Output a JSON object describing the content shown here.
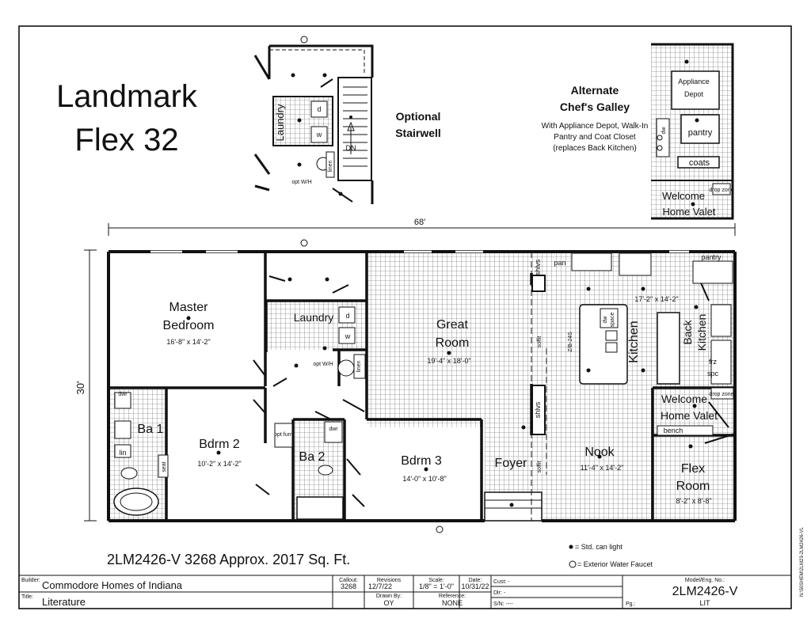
{
  "title": {
    "line1": "Landmark",
    "line2": "Flex 32"
  },
  "optional_stairwell": {
    "label_line1": "Optional",
    "label_line2": "Stairwell",
    "laundry": "Laundry",
    "dn": "DN",
    "opt_wh": "opt W/H",
    "d": "d",
    "w": "w",
    "linen": "linen"
  },
  "alternate_galley": {
    "title_line1": "Alternate",
    "title_line2": "Chef's Galley",
    "desc_line1": "With Appliance Depot, Walk-In",
    "desc_line2": "Pantry and Coat Closet",
    "desc_line3": "(replaces Back Kitchen)",
    "appliance_depot_1": "Appliance",
    "appliance_depot_2": "Depot",
    "pantry": "pantry",
    "coats": "coats",
    "dw": "dw",
    "welcome": "Welcome",
    "home_valet": "Home Valet",
    "drop_zone": "drop zone"
  },
  "dimensions": {
    "width": "68'",
    "depth": "30'"
  },
  "rooms": {
    "master_bedroom": {
      "name1": "Master",
      "name2": "Bedroom",
      "size": "16'-8\" x 14'-2\""
    },
    "great_room": {
      "name1": "Great",
      "name2": "Room",
      "size": "19'-4\" x 18'-0\""
    },
    "kitchen": {
      "name": "Kitchen",
      "size": "17'-2\" x 14'-2\""
    },
    "back_kitchen": {
      "name1": "Back",
      "name2": "Kitchen"
    },
    "bdrm2": {
      "name": "Bdrm 2",
      "size": "10'-2\" x 14'-2\""
    },
    "bdrm3": {
      "name": "Bdrm 3",
      "size": "14'-0\" x 10'-8\""
    },
    "ba1": {
      "name": "Ba 1"
    },
    "ba2": {
      "name": "Ba 2"
    },
    "laundry": {
      "name": "Laundry"
    },
    "foyer": {
      "name": "Foyer"
    },
    "nook": {
      "name": "Nook",
      "size": "11'-4\" x 14'-2\""
    },
    "flex_room": {
      "name1": "Flex",
      "name2": "Room",
      "size": "8'-2\" x 8'-8\""
    },
    "welcome": {
      "name1": "Welcome",
      "name2": "Home Valet"
    }
  },
  "fixtures": {
    "pan": "pan",
    "pantry": "pantry",
    "shlvs": "shlvs",
    "soffit": "soffit",
    "zib": "Z/B-24S",
    "dw": "dw",
    "space": "space",
    "frz": "frz",
    "spc": "spc",
    "bench": "bench",
    "drop_zone": "drop zone",
    "lin": "lin",
    "seat": "seat",
    "dwr": "dwr",
    "opt_furn": "opt furn",
    "opt_wh": "opt W/H",
    "linen": "linen",
    "d": "d",
    "w": "w"
  },
  "plan_info": "2LM2426-V 3268  Approx. 2017 Sq. Ft.",
  "legend": {
    "can_light": "= Std. can light",
    "faucet": "= Exterior Water Faucet"
  },
  "title_block": {
    "builder_label": "Builder:",
    "builder": "Commodore Homes of Indiana",
    "title_label": "Title:",
    "title": "Literature",
    "callout_label": "Callout:",
    "callout": "3268",
    "revisions_label": "Revisions",
    "revisions": "12/7/22",
    "drawn_by_label": "Drawn By:",
    "drawn_by": "OY",
    "scale_label": "Scale:",
    "scale": "1/8\" = 1'-0\"",
    "date_label": "Date:",
    "date": "10/31/22",
    "reference_label": "Reference:",
    "reference": "NONE",
    "cust_label": "Cust: -",
    "dlr_label": "Dlr: -",
    "sn_label": "S/N: ----",
    "model_label": "Model/Eng. No.:",
    "model": "2LM2426-V",
    "pg_label": "Pg.:",
    "pg": "LIT"
  },
  "side_code": "N:\\50SHEM\\2LM23-2LM2426-VL"
}
